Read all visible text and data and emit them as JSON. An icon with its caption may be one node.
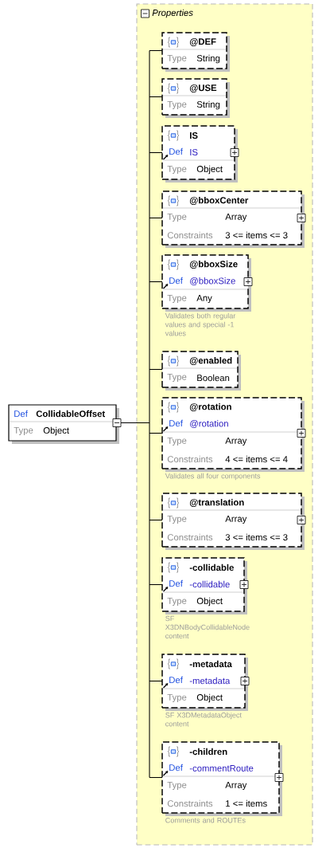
{
  "diagram": {
    "nodes": [
      {
        "text": [
          "Def",
          "CollidableOffset",
          "Type",
          "Object"
        ]
      },
      {
        "text": [
          "Properties"
        ]
      },
      {
        "text": [
          "@DEF",
          "Type",
          "String"
        ],
        "in": 1
      },
      {
        "text": [
          "@USE",
          "Type",
          "String"
        ],
        "in": 1
      },
      {
        "text": [
          "IS",
          "Def",
          "IS",
          "Type",
          "Object"
        ],
        "in": 1
      },
      {
        "text": [
          "@bboxCenter",
          "Type",
          "Array",
          "Constraints",
          "3 <= items <= 3"
        ],
        "in": 1
      },
      {
        "text": [
          "@bboxSize",
          "Def",
          "@bboxSize",
          "Type",
          "Any"
        ],
        "beside": [
          "Validates both regular values and special -1 values"
        ],
        "in": 1
      },
      {
        "text": [
          "@enabled",
          "Type",
          "Boolean"
        ],
        "in": 1
      },
      {
        "text": [
          "@rotation",
          "Def",
          "@rotation",
          "Type",
          "Array",
          "Constraints",
          "4 <= items <= 4"
        ],
        "beside": [
          "Validates all four components"
        ],
        "in": 1
      },
      {
        "text": [
          "@translation",
          "Type",
          "Array",
          "Constraints",
          "3 <= items <= 3"
        ],
        "in": 1
      },
      {
        "text": [
          "-collidable",
          "Def",
          "-collidable",
          "Type",
          "Object"
        ],
        "beside": [
          "SF X3DNBodyCollidableNode content"
        ],
        "in": 1
      },
      {
        "text": [
          "-metadata",
          "Def",
          "-metadata",
          "Type",
          "Object"
        ],
        "beside": [
          "SF X3DMetadataObject content"
        ],
        "in": 1
      },
      {
        "text": [
          "-children",
          "Def",
          "-commentRoute",
          "Type",
          "Array",
          "Constraints",
          "1 <= items"
        ],
        "beside": [
          "Comments and ROUTEs"
        ],
        "in": 1
      }
    ],
    "edges": [
      {
        "from": 0,
        "to": 2,
        "arrow": "none"
      },
      {
        "from": 0,
        "to": 3,
        "arrow": "none"
      },
      {
        "from": 0,
        "to": 4,
        "arrow": "none"
      },
      {
        "from": 0,
        "to": 5,
        "arrow": "none"
      },
      {
        "from": 0,
        "to": 6,
        "arrow": "none"
      },
      {
        "from": 0,
        "to": 7,
        "arrow": "none"
      },
      {
        "from": 0,
        "to": 8,
        "arrow": "none"
      },
      {
        "from": 0,
        "to": 9,
        "arrow": "none"
      },
      {
        "from": 0,
        "to": 10,
        "arrow": "none"
      },
      {
        "from": 0,
        "to": 11,
        "arrow": "none"
      },
      {
        "from": 0,
        "to": 12,
        "arrow": "none"
      }
    ]
  }
}
